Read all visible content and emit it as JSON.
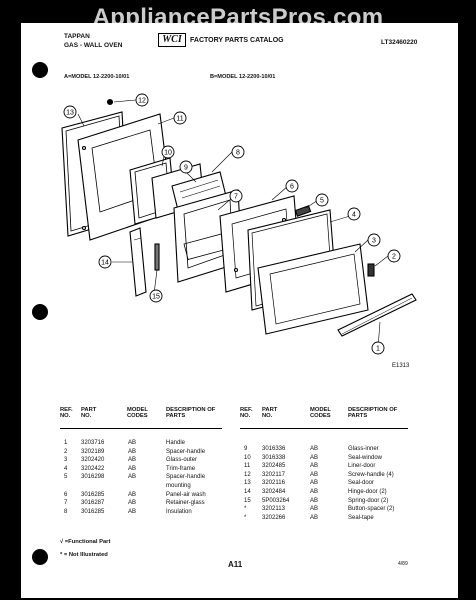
{
  "watermark": "AppliancePartsPros.com",
  "header": {
    "brand": "TAPPAN",
    "product": "GAS - WALL OVEN",
    "logo": "WCI",
    "catalog_title": "FACTORY PARTS CATALOG",
    "catalog_number": "LT32460220"
  },
  "models": {
    "a_model": "A=MODEL 12-2200-10/01",
    "b_model": "B=MODEL 12-2200-10/01"
  },
  "diagram": {
    "callouts": [
      "1",
      "2",
      "3",
      "4",
      "5",
      "6",
      "7",
      "8",
      "9",
      "10",
      "11",
      "12",
      "13",
      "14",
      "15"
    ],
    "figure_code": "E1313"
  },
  "table": {
    "headers": {
      "ref_no": "REF. NO.",
      "part_no": "PART NO.",
      "model_codes": "MODEL CODES",
      "description": "DESCRIPTION OF PARTS"
    },
    "left_rows": [
      {
        "ref": "1",
        "part": "3203716",
        "code": "AB",
        "desc": "Handle"
      },
      {
        "ref": "2",
        "part": "3202189",
        "code": "AB",
        "desc": "Spacer-handle"
      },
      {
        "ref": "3",
        "part": "3202420",
        "code": "AB",
        "desc": "Glass-outer"
      },
      {
        "ref": "4",
        "part": "3202422",
        "code": "AB",
        "desc": "Trim-frame"
      },
      {
        "ref": "5",
        "part": "3016298",
        "code": "AB",
        "desc": "Spacer-handle"
      },
      {
        "ref": "",
        "part": "",
        "code": "",
        "desc": "mounting"
      },
      {
        "ref": "6",
        "part": "3016285",
        "code": "AB",
        "desc": "Panel-air wash"
      },
      {
        "ref": "7",
        "part": "3016287",
        "code": "AB",
        "desc": "Retainer-glass"
      },
      {
        "ref": "8",
        "part": "3016285",
        "code": "AB",
        "desc": "Insulation"
      }
    ],
    "right_rows": [
      {
        "ref": "9",
        "part": "3016336",
        "code": "AB",
        "desc": "Glass-inner"
      },
      {
        "ref": "10",
        "part": "3016338",
        "code": "AB",
        "desc": "Seal-window"
      },
      {
        "ref": "11",
        "part": "3202485",
        "code": "AB",
        "desc": "Liner-door"
      },
      {
        "ref": "12",
        "part": "3202117",
        "code": "AB",
        "desc": "Screw-handle (4)"
      },
      {
        "ref": "13",
        "part": "3202116",
        "code": "AB",
        "desc": "Seal-door"
      },
      {
        "ref": "14",
        "part": "3202484",
        "code": "AB",
        "desc": "Hinge-door (2)"
      },
      {
        "ref": "15",
        "part": "5P003264",
        "code": "AB",
        "desc": "Spring-door (2)"
      },
      {
        "ref": "*",
        "part": "3202113",
        "code": "AB",
        "desc": "Button-spacer (2)"
      },
      {
        "ref": "*",
        "part": "3202266",
        "code": "AB",
        "desc": "Seal-tape"
      }
    ]
  },
  "footer": {
    "functional_note": "√ =Functional Part",
    "not_illustrated_note": "* = Not Illustrated",
    "page": "A11",
    "date": "4/89"
  }
}
